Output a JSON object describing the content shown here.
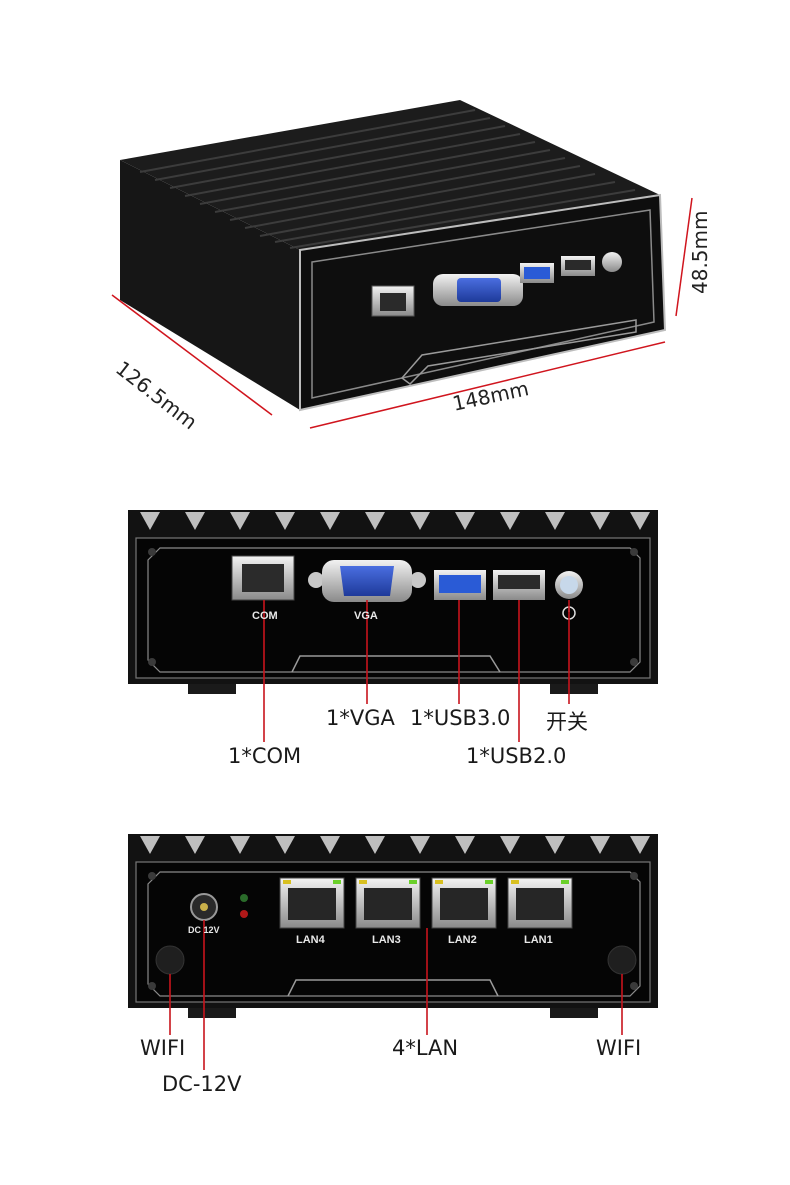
{
  "dimensions": {
    "depth": "126.5mm",
    "width": "148mm",
    "height": "48.5mm"
  },
  "front_view": {
    "ports": {
      "com": "COM",
      "vga": "VGA"
    },
    "callouts": {
      "vga": "1*VGA",
      "usb3": "1*USB3.0",
      "power": "开关",
      "com": "1*COM",
      "usb2": "1*USB2.0"
    }
  },
  "rear_view": {
    "ports": {
      "dc": "DC 12V",
      "lan4": "LAN4",
      "lan3": "LAN3",
      "lan2": "LAN2",
      "lan1": "LAN1"
    },
    "callouts": {
      "wifi_left": "WIFI",
      "lan": "4*LAN",
      "wifi_right": "WIFI",
      "dc": "DC-12V"
    }
  },
  "colors": {
    "chassis": "#111111",
    "panel": "#050505",
    "vga_port": "#2a49b8",
    "usb3_port": "#2a5bd6",
    "callout_line": "#c8141c"
  }
}
